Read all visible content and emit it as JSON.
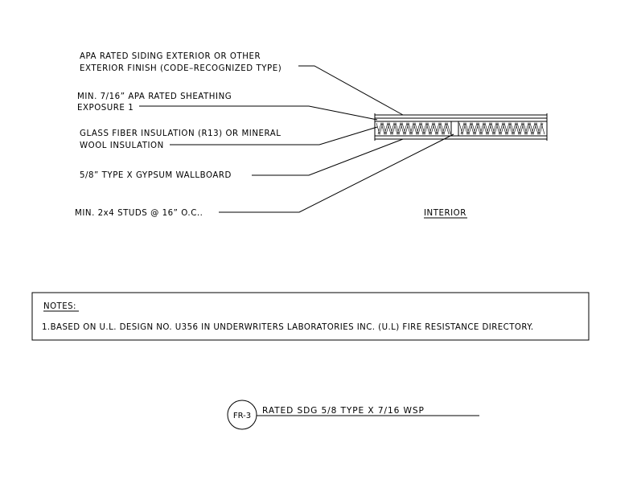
{
  "callouts": [
    {
      "lines": [
        "APA RATED SIDING EXTERIOR OR OTHER",
        "EXTERIOR FINISH (CODE–RECOGNIZED TYPE)"
      ]
    },
    {
      "lines": [
        "MIN. 7/16” APA RATED SHEATHING",
        "EXPOSURE 1"
      ]
    },
    {
      "lines": [
        "GLASS FIBER INSULATION (R13) OR MINERAL",
        "WOOL INSULATION"
      ]
    },
    {
      "lines": [
        "5/8” TYPE X GYPSUM WALLBOARD"
      ]
    },
    {
      "lines": [
        "MIN. 2x4 STUDS @ 16” O.C.."
      ]
    }
  ],
  "interior_label": "INTERIOR",
  "notes": {
    "heading": "NOTES:",
    "items": [
      "1.BASED ON U.L. DESIGN NO. U356 IN UNDERWRITERS LABORATORIES INC. (U.L) FIRE RESISTANCE DIRECTORY."
    ]
  },
  "detail": {
    "tag": "FR-3",
    "title": "RATED SDG 5/8 TYPE X 7/16 WSP"
  }
}
